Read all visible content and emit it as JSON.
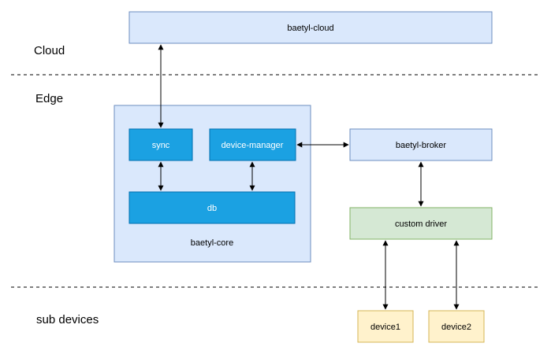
{
  "zones": {
    "cloud": "Cloud",
    "edge": "Edge",
    "sub_devices": "sub devices"
  },
  "nodes": {
    "baetyl_cloud": "baetyl-cloud",
    "sync": "sync",
    "device_manager": "device-manager",
    "db": "db",
    "baetyl_core": "baetyl-core",
    "baetyl_broker": "baetyl-broker",
    "custom_driver": "custom driver",
    "device1": "device1",
    "device2": "device2"
  },
  "colors": {
    "light_blue_fill": "#dae8fc",
    "light_blue_stroke": "#6c8ebf",
    "dark_blue_fill": "#1ba1e2",
    "dark_blue_stroke": "#006eaf",
    "green_fill": "#d5e8d4",
    "green_stroke": "#82b366",
    "yellow_fill": "#fff2cc",
    "yellow_stroke": "#d6b656"
  }
}
